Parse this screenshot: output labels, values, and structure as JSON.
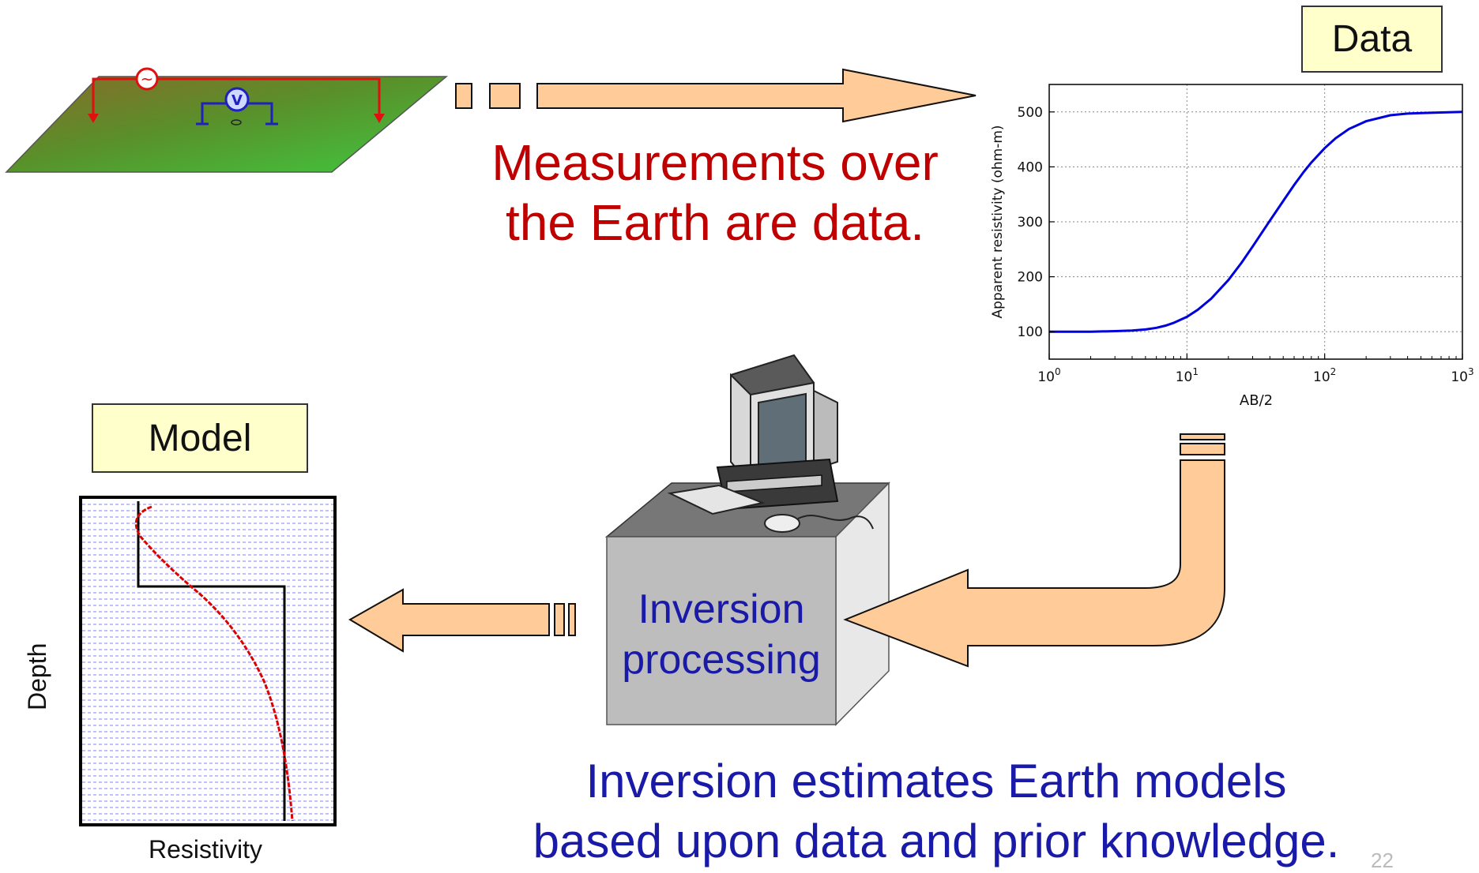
{
  "labels": {
    "data_box": "Data",
    "model_box": "Model",
    "inversion_box_line1": "Inversion",
    "inversion_box_line2": "processing",
    "page_number": "22"
  },
  "captions": {
    "measurements_line1": "Measurements over",
    "measurements_line2": "the Earth are data.",
    "inversion_line1": "Inversion estimates Earth models",
    "inversion_line2": "based upon data and prior knowledge."
  },
  "model_plot": {
    "xlabel": "Resistivity",
    "ylabel": "Depth"
  },
  "survey_icons": {
    "source_symbol": "~",
    "voltmeter_symbol": "V"
  },
  "colors": {
    "arrow_fill": "#ffcc99",
    "label_box_fill": "#ffffcc",
    "caption_red": "#c00000",
    "caption_blue": "#1a1aa8",
    "curve_blue": "#0000dd",
    "model_curve_red": "#dd0000"
  },
  "chart_data": {
    "type": "line",
    "title": "",
    "xlabel": "AB/2",
    "ylabel": "Apparent resistivity (ohm-m)",
    "xscale": "log",
    "xlim": [
      1,
      1000
    ],
    "ylim": [
      50,
      550
    ],
    "grid": true,
    "x_ticks": [
      1,
      10,
      100,
      1000
    ],
    "x_tick_labels": [
      {
        "base": "10",
        "exp": "0"
      },
      {
        "base": "10",
        "exp": "1"
      },
      {
        "base": "10",
        "exp": "2"
      },
      {
        "base": "10",
        "exp": "3"
      }
    ],
    "y_ticks": [
      100,
      200,
      300,
      400,
      500
    ],
    "series": [
      {
        "color": "#0000dd",
        "x": [
          1,
          2,
          3,
          4,
          5,
          6,
          7,
          8,
          10,
          12,
          15,
          20,
          25,
          30,
          40,
          50,
          60,
          70,
          80,
          100,
          120,
          150,
          200,
          300,
          400,
          500,
          700,
          1000
        ],
        "y": [
          100,
          100,
          101,
          102,
          104,
          107,
          111,
          116,
          127,
          140,
          160,
          194,
          226,
          255,
          302,
          338,
          367,
          390,
          408,
          434,
          452,
          469,
          483,
          494,
          497,
          498,
          499,
          500
        ]
      }
    ]
  }
}
